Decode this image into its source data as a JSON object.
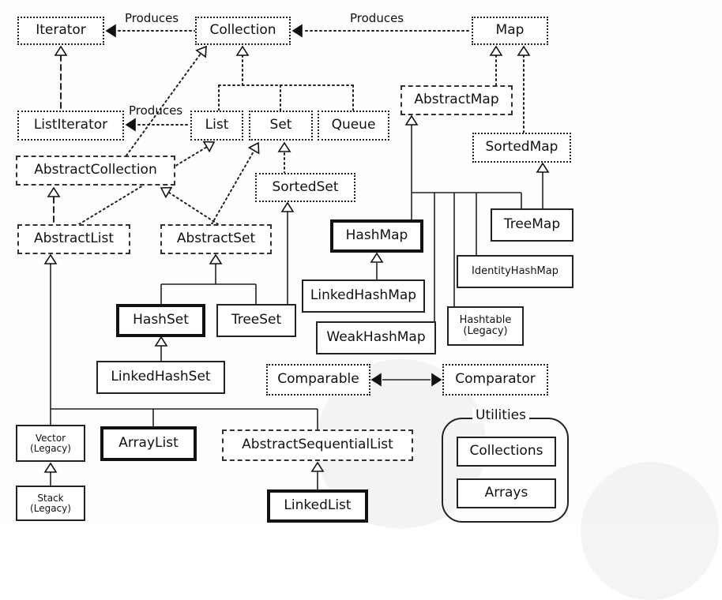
{
  "nodes": [
    {
      "id": "iterator",
      "label": "Iterator",
      "style": "dotted"
    },
    {
      "id": "collection",
      "label": "Collection",
      "style": "dotted"
    },
    {
      "id": "map",
      "label": "Map",
      "style": "dotted"
    },
    {
      "id": "list-iterator",
      "label": "ListIterator",
      "style": "dotted"
    },
    {
      "id": "list",
      "label": "List",
      "style": "dotted"
    },
    {
      "id": "set",
      "label": "Set",
      "style": "dotted"
    },
    {
      "id": "queue",
      "label": "Queue",
      "style": "dotted"
    },
    {
      "id": "abstract-map",
      "label": "AbstractMap",
      "style": "dashed"
    },
    {
      "id": "sorted-map",
      "label": "SortedMap",
      "style": "dotted"
    },
    {
      "id": "abstract-collection",
      "label": "AbstractCollection",
      "style": "dashed"
    },
    {
      "id": "sorted-set",
      "label": "SortedSet",
      "style": "dotted"
    },
    {
      "id": "abstract-list",
      "label": "AbstractList",
      "style": "dashed"
    },
    {
      "id": "abstract-set",
      "label": "AbstractSet",
      "style": "dashed"
    },
    {
      "id": "hash-map",
      "label": "HashMap",
      "style": "thick"
    },
    {
      "id": "tree-map",
      "label": "TreeMap",
      "style": "solid"
    },
    {
      "id": "identity-hash-map",
      "label": "IdentityHashMap",
      "style": "solid"
    },
    {
      "id": "linked-hash-map",
      "label": "LinkedHashMap",
      "style": "solid"
    },
    {
      "id": "hash-set",
      "label": "HashSet",
      "style": "thick"
    },
    {
      "id": "tree-set",
      "label": "TreeSet",
      "style": "solid"
    },
    {
      "id": "hashtable",
      "label": "Hashtable\n(Legacy)",
      "style": "solid"
    },
    {
      "id": "weak-hash-map",
      "label": "WeakHashMap",
      "style": "solid"
    },
    {
      "id": "linked-hash-set",
      "label": "LinkedHashSet",
      "style": "solid"
    },
    {
      "id": "comparable",
      "label": "Comparable",
      "style": "dotted"
    },
    {
      "id": "comparator",
      "label": "Comparator",
      "style": "dotted"
    },
    {
      "id": "vector",
      "label": "Vector\n(Legacy)",
      "style": "solid"
    },
    {
      "id": "array-list",
      "label": "ArrayList",
      "style": "thick"
    },
    {
      "id": "abstract-sequential-list",
      "label": "AbstractSequentialList",
      "style": "dashed"
    },
    {
      "id": "stack",
      "label": "Stack\n(Legacy)",
      "style": "solid"
    },
    {
      "id": "linked-list",
      "label": "LinkedList",
      "style": "thick"
    },
    {
      "id": "collections",
      "label": "Collections",
      "style": "solid"
    },
    {
      "id": "arrays",
      "label": "Arrays",
      "style": "solid"
    }
  ],
  "edge_labels": {
    "collection_produces_iterator": "Produces",
    "map_produces_collection": "Produces",
    "list_produces_list_iterator": "Produces"
  },
  "utilities_group": {
    "title": "Utilities"
  }
}
